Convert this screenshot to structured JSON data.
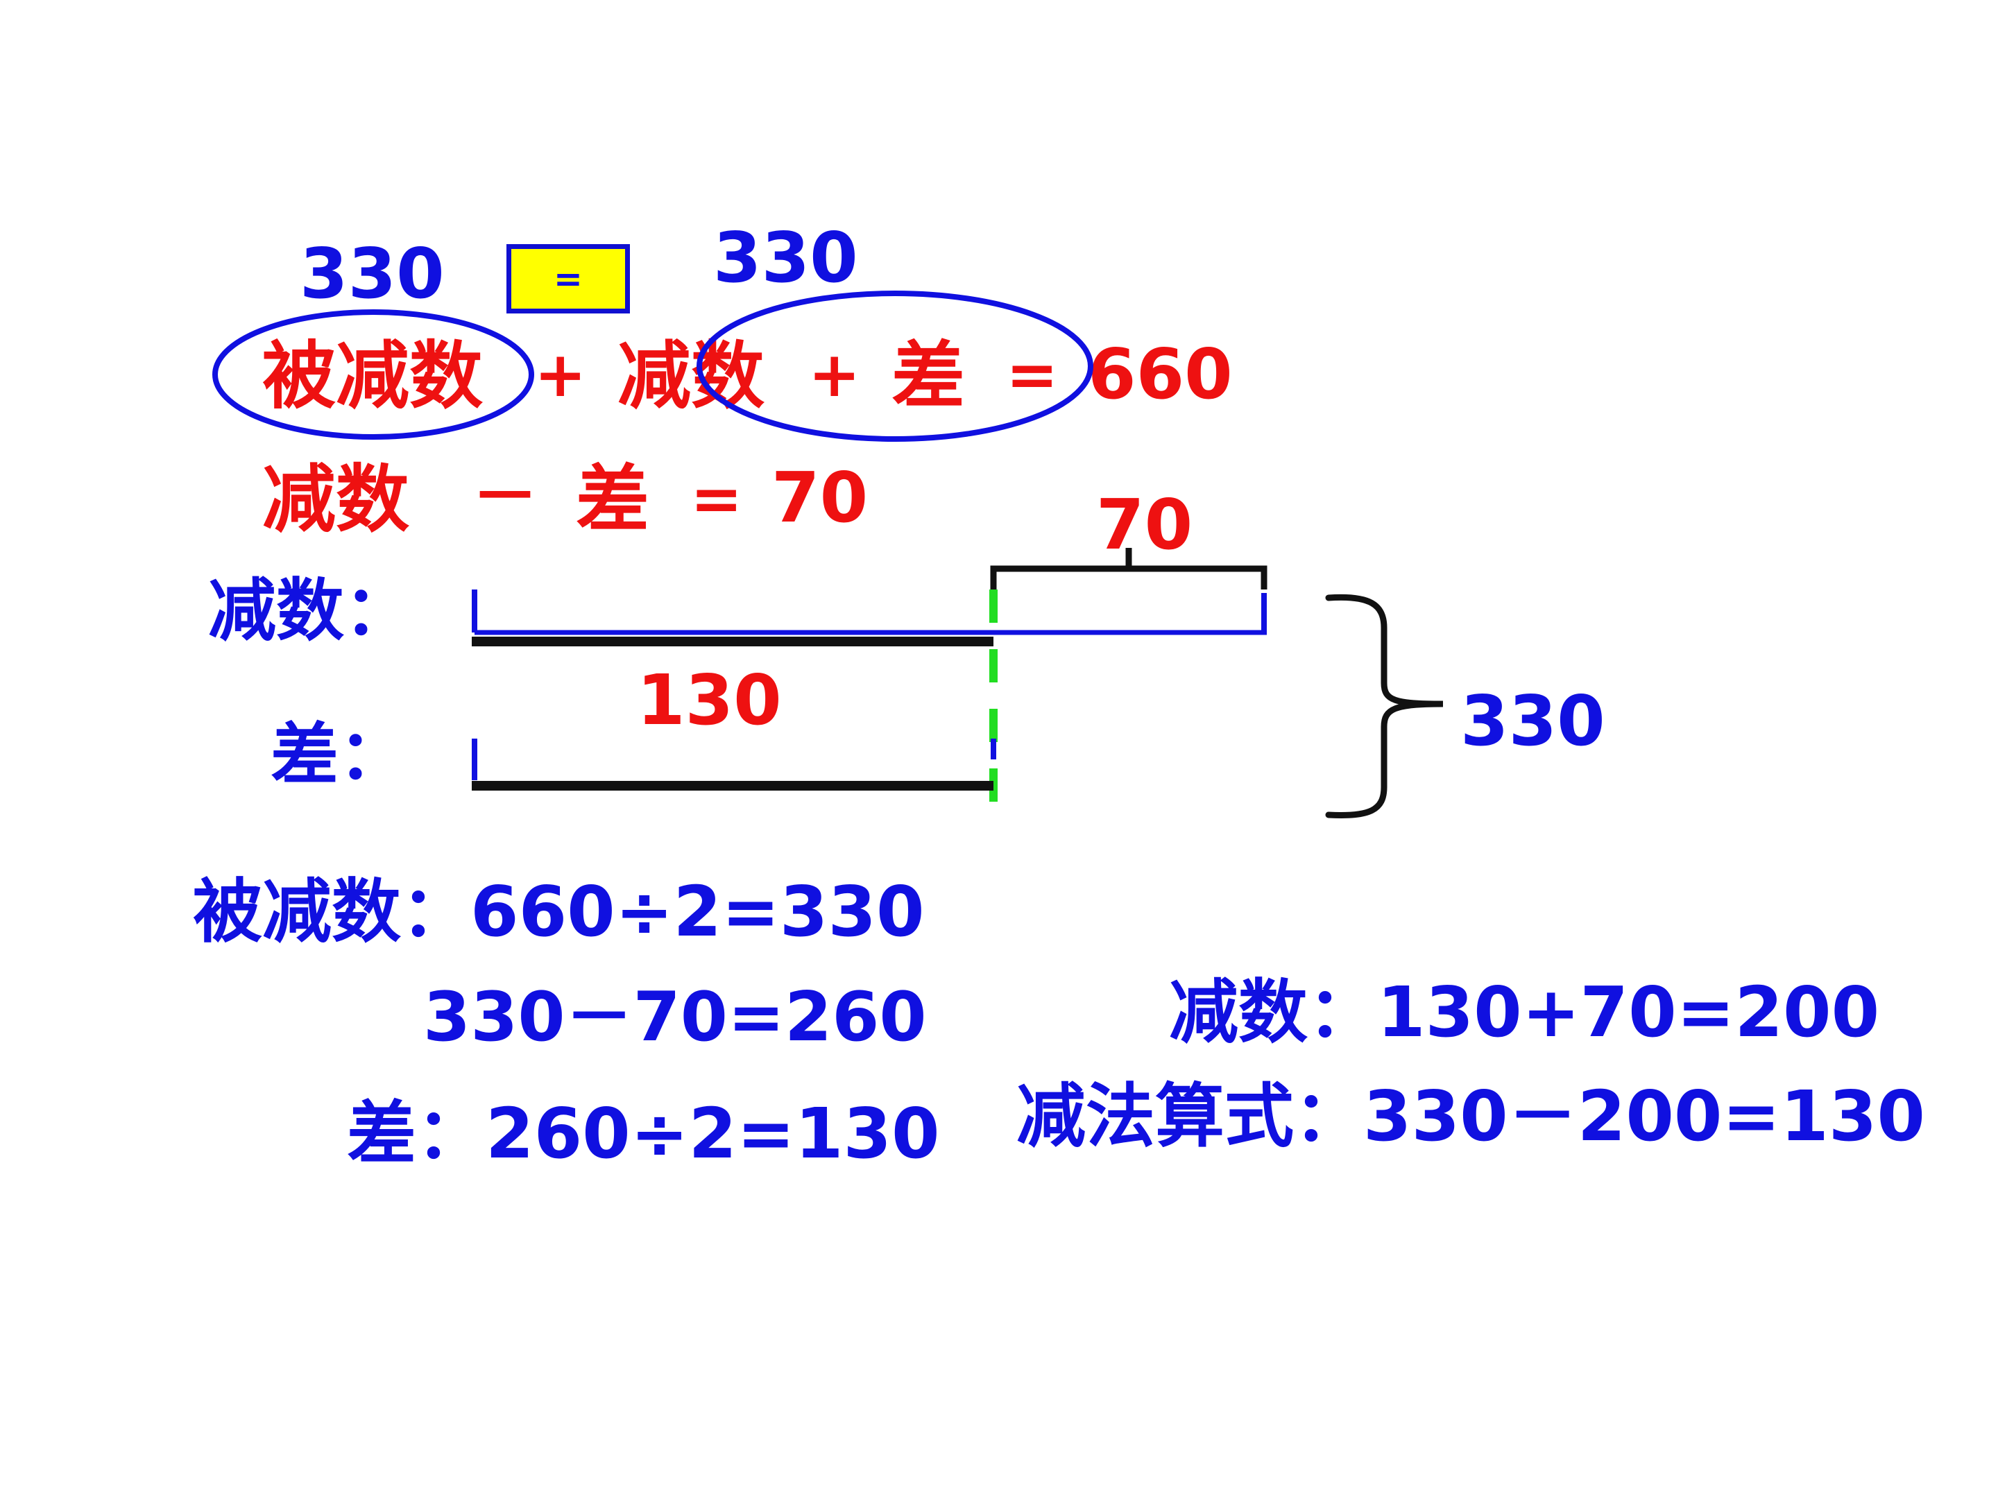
{
  "colors": {
    "blue": "#1010e0",
    "red": "#ee1111",
    "black": "#111111",
    "green": "#22dd22",
    "yellow": "#ffff00"
  },
  "top": {
    "label_left_330": "330",
    "label_right_330": "330",
    "equal_box": "=",
    "eq1": {
      "minuend": "被减数",
      "plus1": "+",
      "subtrahend": "减数",
      "plus2": "+",
      "difference": "差",
      "equals": "=",
      "total": "660"
    },
    "eq2": {
      "subtrahend": "减数",
      "minus": "－",
      "difference": "差",
      "equals": "=",
      "value": "70"
    }
  },
  "diagram": {
    "label_70": "70",
    "row1_label": "减数：",
    "label_130": "130",
    "row2_label": "差：",
    "brace_label": "330"
  },
  "solution": {
    "line1": "被减数：660÷2=330",
    "line2": "330－70=260",
    "line3": "差：260÷2=130",
    "line4": "减数：130+70=200",
    "line5": "减法算式：330－200=130"
  }
}
